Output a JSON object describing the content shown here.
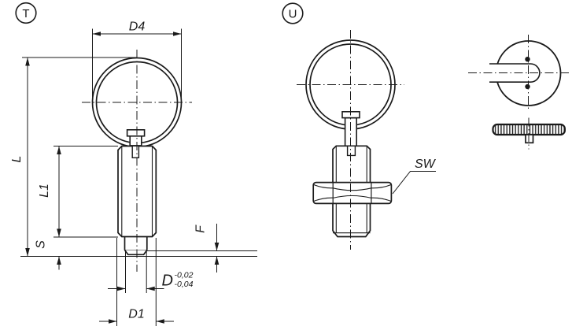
{
  "drawing": {
    "views": {
      "t": {
        "tag": "T"
      },
      "u": {
        "tag": "U"
      }
    },
    "dimensions": {
      "d4": "D4",
      "l": "L",
      "l1": "L1",
      "s": "S",
      "f": "F",
      "d": "D",
      "d_tol_upper": "-0,02",
      "d_tol_lower": "-0,04",
      "d1": "D1",
      "sw": "SW"
    },
    "colors": {
      "line": "#1a1a1a",
      "background": "#ffffff"
    }
  }
}
